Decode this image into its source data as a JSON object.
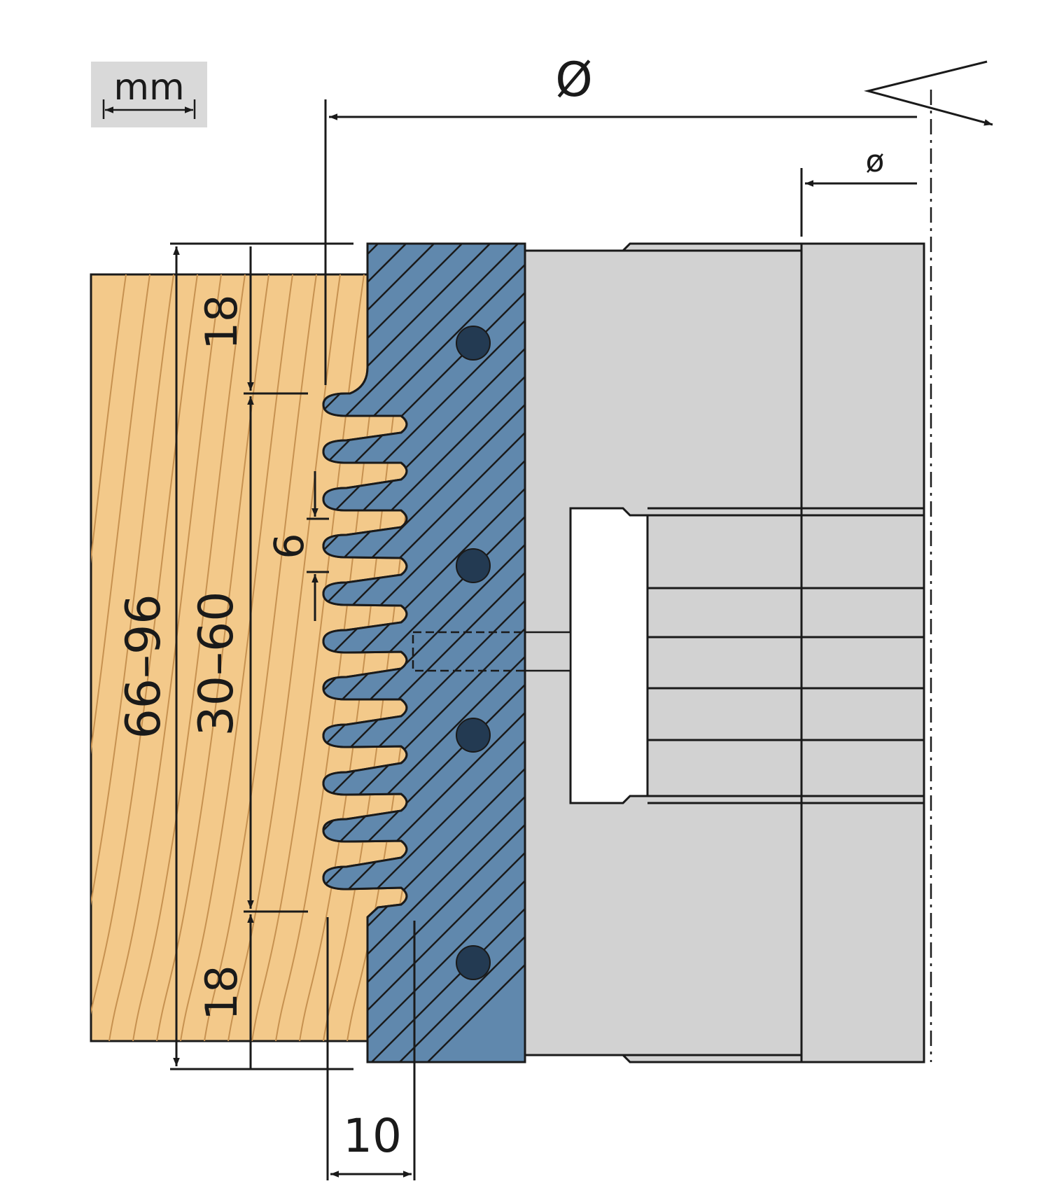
{
  "unit_badge": {
    "label": "mm"
  },
  "dimensions": {
    "outer_diameter_symbol": "Ø",
    "bore_diameter_symbol": "ø",
    "total_height": "66–96",
    "profile_height": "30–60",
    "top_margin": "18",
    "bottom_margin": "18",
    "tooth_pitch": "6",
    "profile_depth": "10"
  },
  "colors": {
    "wood": "#f3c98a",
    "wood_grain": "#c69150",
    "cutter_blue": "#6088ad",
    "body_gray": "#d2d2d2",
    "badge_gray": "#d9d9d9",
    "ink": "#1a1a1a",
    "pin": "#233a52"
  }
}
